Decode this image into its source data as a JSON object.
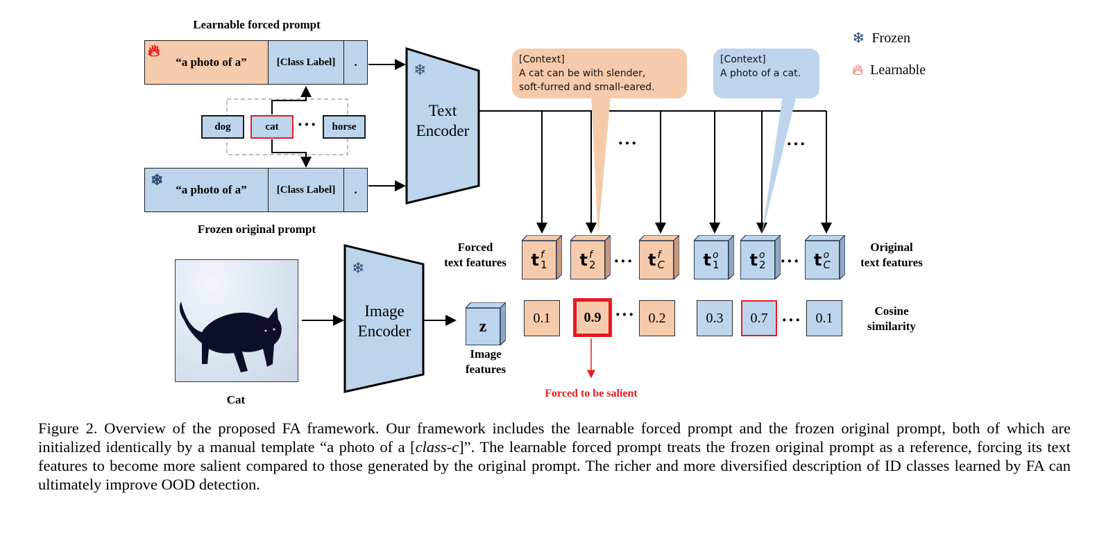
{
  "figure": {
    "legend": [
      {
        "icon": "snowflake-icon",
        "label": "Frozen"
      },
      {
        "icon": "flame-icon",
        "label": "Learnable"
      }
    ],
    "learnable_prompt": {
      "title": "Learnable forced prompt",
      "icon": "flame-icon",
      "text": "“a photo of  a”",
      "class_label": "[Class Label]",
      "period": "."
    },
    "frozen_prompt": {
      "title": "Frozen original prompt",
      "icon": "snowflake-icon",
      "text": "“a photo of  a”",
      "class_label": "[Class Label]",
      "period": "."
    },
    "classes": [
      {
        "label": "dog",
        "selected": false
      },
      {
        "label": "cat",
        "selected": true
      },
      {
        "label": "horse",
        "selected": false
      }
    ],
    "ellipsis": "···",
    "text_encoder": {
      "line1": "Text",
      "line2": "Encoder",
      "icon": "snowflake-icon"
    },
    "image_encoder": {
      "line1": "Image",
      "line2": "Encoder",
      "icon": "snowflake-icon"
    },
    "bubbles": {
      "forced": {
        "line1": "[Context]",
        "line2": "A cat can be with slender,",
        "line3": "soft-furred and small-eared."
      },
      "original": {
        "line1": "[Context]",
        "line2": "A photo of a cat."
      }
    },
    "forced_features": {
      "label_line1": "Forced",
      "label_line2": "text features",
      "items": [
        {
          "base": "t",
          "sup": "f",
          "sub": "1"
        },
        {
          "base": "t",
          "sup": "f",
          "sub": "2"
        },
        {
          "base": "t",
          "sup": "f",
          "sub": "C"
        }
      ]
    },
    "original_features": {
      "label_line1": "Original",
      "label_line2": "text features",
      "items": [
        {
          "base": "t",
          "sup": "o",
          "sub": "1"
        },
        {
          "base": "t",
          "sup": "o",
          "sub": "2"
        },
        {
          "base": "t",
          "sup": "o",
          "sub": "C"
        }
      ]
    },
    "input_image": {
      "caption": "Cat"
    },
    "image_features": {
      "symbol": "z",
      "label_line1": "Image",
      "label_line2": "features"
    },
    "cosine_similarity": {
      "label_line1": "Cosine",
      "label_line2": "similarity",
      "forced": [
        "0.1",
        "0.9",
        "0.2"
      ],
      "original": [
        "0.3",
        "0.7",
        "0.1"
      ]
    },
    "salient_note": "Forced to be salient",
    "colors": {
      "orange": "#f6cbab",
      "blue": "#bcd5ec",
      "red": "#e8191f",
      "navy": "#2d4a6e"
    }
  },
  "caption": {
    "prefix": "Figure 2. Overview of the proposed FA framework. Our framework includes the learnable forced prompt and the frozen original prompt, both of which are initialized identically by a manual template “a photo of a [",
    "italic": "class-c",
    "suffix": "]”.  The learnable forced prompt treats the frozen original prompt as a reference, forcing its text features to become more salient compared to those generated by the original prompt. The richer and more diversified description of ID classes learned by FA can ultimately improve OOD detection."
  }
}
